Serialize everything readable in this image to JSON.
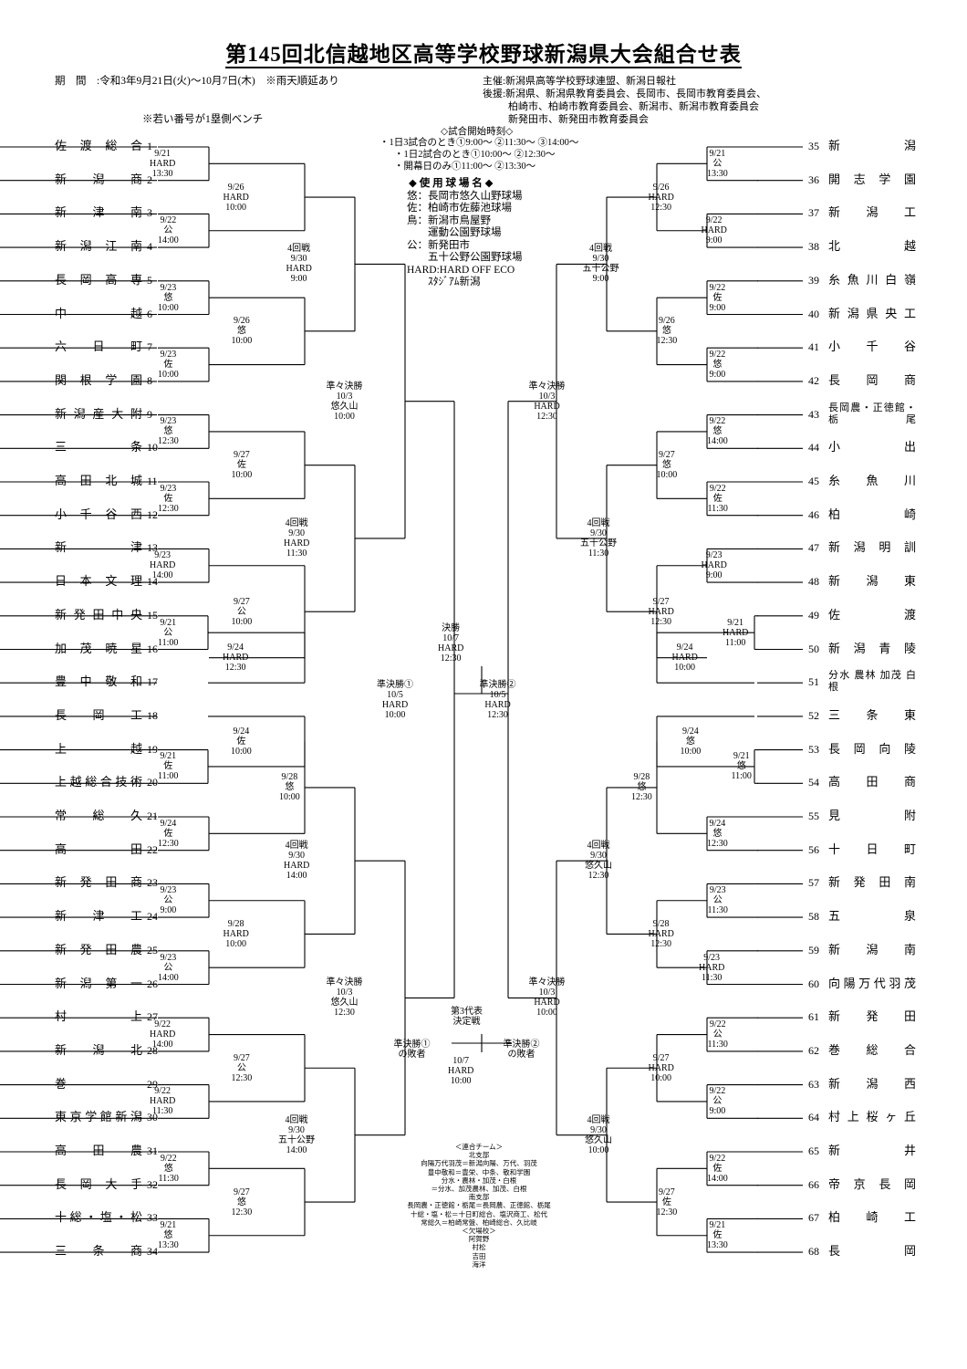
{
  "title": "第145回北信越地区高等学校野球新潟県大会組合せ表",
  "period": "期　間　:令和3年9月21日(火)～10月7日(木)　※雨天順延あり",
  "bench_note": "※若い番号が1塁側ベンチ",
  "organizers": [
    "主催:新潟県高等学校野球連盟、新潟日報社",
    "後援:新潟県、新潟県教育委員会、長岡市、長岡市教育委員会、",
    "柏崎市、柏崎市教育委員会、新潟市、新潟市教育委員会",
    "新発田市、新発田市教育委員会"
  ],
  "start_times": [
    "◇試合開始時刻◇",
    "・1日3試合のとき①9:00～ ②11:30～ ③14:00～",
    "・1日2試合のとき①10:00～ ②12:30～",
    "・開幕日のみ①11:00～ ②13:30～"
  ],
  "venues": [
    "◆ 使 用 球 場 名 ◆",
    "悠：長岡市悠久山野球場",
    "佐：柏崎市佐藤池球場",
    "鳥：新潟市鳥屋野",
    "　　運動公園野球場",
    "公：新発田市",
    "　　五十公野公園野球場",
    "HARD:HARD OFF ECO",
    "　　ｽﾀｼﾞｱﾑ新潟"
  ],
  "teams_left": [
    {
      "no": "1",
      "name": "佐渡総合"
    },
    {
      "no": "2",
      "name": "新潟商"
    },
    {
      "no": "3",
      "name": "新津南"
    },
    {
      "no": "4",
      "name": "新潟江南"
    },
    {
      "no": "5",
      "name": "長岡高専"
    },
    {
      "no": "6",
      "name": "中越"
    },
    {
      "no": "7",
      "name": "六日町"
    },
    {
      "no": "8",
      "name": "関根学園"
    },
    {
      "no": "9",
      "name": "新潟産大附"
    },
    {
      "no": "10",
      "name": "三条"
    },
    {
      "no": "11",
      "name": "高田北城"
    },
    {
      "no": "12",
      "name": "小千谷西"
    },
    {
      "no": "13",
      "name": "新津"
    },
    {
      "no": "14",
      "name": "日本文理"
    },
    {
      "no": "15",
      "name": "新発田中央"
    },
    {
      "no": "16",
      "name": "加茂暁星"
    },
    {
      "no": "17",
      "name": "豊中敬和"
    },
    {
      "no": "18",
      "name": "長岡工"
    },
    {
      "no": "19",
      "name": "上越"
    },
    {
      "no": "20",
      "name": "上越総合技術"
    },
    {
      "no": "21",
      "name": "常総久"
    },
    {
      "no": "22",
      "name": "高田"
    },
    {
      "no": "23",
      "name": "新発田商"
    },
    {
      "no": "24",
      "name": "新津工"
    },
    {
      "no": "25",
      "name": "新発田農"
    },
    {
      "no": "26",
      "name": "新潟第一"
    },
    {
      "no": "27",
      "name": "村上"
    },
    {
      "no": "28",
      "name": "新潟北"
    },
    {
      "no": "29",
      "name": "巻"
    },
    {
      "no": "30",
      "name": "東京学館新潟"
    },
    {
      "no": "31",
      "name": "高田農"
    },
    {
      "no": "32",
      "name": "長岡大手"
    },
    {
      "no": "33",
      "name": "十総・塩・松"
    },
    {
      "no": "34",
      "name": "三条商"
    }
  ],
  "teams_right": [
    {
      "no": "35",
      "name": "新潟"
    },
    {
      "no": "36",
      "name": "開志学園"
    },
    {
      "no": "37",
      "name": "新潟工"
    },
    {
      "no": "38",
      "name": "北越"
    },
    {
      "no": "39",
      "name": "糸魚川白嶺"
    },
    {
      "no": "40",
      "name": "新潟県央工"
    },
    {
      "no": "41",
      "name": "小千谷"
    },
    {
      "no": "42",
      "name": "長岡商"
    },
    {
      "no": "43",
      "name": "長岡農・正徳館・栃尾"
    },
    {
      "no": "44",
      "name": "小出"
    },
    {
      "no": "45",
      "name": "糸魚川"
    },
    {
      "no": "46",
      "name": "柏崎"
    },
    {
      "no": "47",
      "name": "新潟明訓"
    },
    {
      "no": "48",
      "name": "新潟東"
    },
    {
      "no": "49",
      "name": "佐渡"
    },
    {
      "no": "50",
      "name": "新潟青陵"
    },
    {
      "no": "51",
      "name": "分水 農林 加茂 白根"
    },
    {
      "no": "52",
      "name": "三条東"
    },
    {
      "no": "53",
      "name": "長岡向陵"
    },
    {
      "no": "54",
      "name": "高田商"
    },
    {
      "no": "55",
      "name": "見附"
    },
    {
      "no": "56",
      "name": "十日町"
    },
    {
      "no": "57",
      "name": "新発田南"
    },
    {
      "no": "58",
      "name": "五泉"
    },
    {
      "no": "59",
      "name": "新潟南"
    },
    {
      "no": "60",
      "name": "向陽万代羽茂"
    },
    {
      "no": "61",
      "name": "新発田"
    },
    {
      "no": "62",
      "name": "巻総合"
    },
    {
      "no": "63",
      "name": "新潟西"
    },
    {
      "no": "64",
      "name": "村上桜ヶ丘"
    },
    {
      "no": "65",
      "name": "新井"
    },
    {
      "no": "66",
      "name": "帝京長岡"
    },
    {
      "no": "67",
      "name": "柏崎工"
    },
    {
      "no": "68",
      "name": "長岡"
    }
  ],
  "matches_left": [
    {
      "k": "L1",
      "text": "9/21\nHARD\n13:30"
    },
    {
      "k": "L2",
      "text": "9/22\n公\n14:00"
    },
    {
      "k": "L3",
      "text": "9/23\n悠\n10:00"
    },
    {
      "k": "L4",
      "text": "9/23\n佐\n10:00"
    },
    {
      "k": "L5",
      "text": "9/23\n悠\n12:30"
    },
    {
      "k": "L6",
      "text": "9/23\n佐\n12:30"
    },
    {
      "k": "L7",
      "text": "9/23\nHARD\n14:00"
    },
    {
      "k": "L8",
      "text": "9/21\n公\n11:00"
    },
    {
      "k": "L9",
      "text": "9/24\nHARD\n12:30"
    },
    {
      "k": "L10",
      "text": "9/24\n佐\n10:00"
    },
    {
      "k": "L11",
      "text": "9/21\n佐\n11:00"
    },
    {
      "k": "L12",
      "text": "9/24\n佐\n12:30"
    },
    {
      "k": "L13",
      "text": "9/23\n公\n9:00"
    },
    {
      "k": "L14",
      "text": "9/23\n公\n14:00"
    },
    {
      "k": "L15",
      "text": "9/22\nHARD\n14:00"
    },
    {
      "k": "L16",
      "text": "9/22\nHARD\n11:30"
    },
    {
      "k": "L17",
      "text": "9/22\n悠\n11:30"
    },
    {
      "k": "L18",
      "text": "9/21\n悠\n13:30"
    },
    {
      "k": "L19",
      "text": "9/26\nHARD\n10:00"
    },
    {
      "k": "L20",
      "text": "9/26\n悠\n10:00"
    },
    {
      "k": "L21",
      "text": "9/27\n佐\n10:00"
    },
    {
      "k": "L22",
      "text": "9/27\n公\n10:00"
    },
    {
      "k": "L23",
      "text": "9/28\n悠\n10:00"
    },
    {
      "k": "L24",
      "text": "9/28\nHARD\n10:00"
    },
    {
      "k": "L25",
      "text": "9/27\n公\n12:30"
    },
    {
      "k": "L26",
      "text": "9/27\n悠\n12:30"
    },
    {
      "k": "L27",
      "text": "4回戦\n9/30\nHARD\n9:00"
    },
    {
      "k": "L28",
      "text": "4回戦\n9/30\nHARD\n11:30"
    },
    {
      "k": "L29",
      "text": "4回戦\n9/30\nHARD\n14:00"
    },
    {
      "k": "L30",
      "text": "4回戦\n9/30\n五十公野\n14:00"
    },
    {
      "k": "L31",
      "text": "準々決勝\n10/3\n悠久山\n10:00"
    },
    {
      "k": "L32",
      "text": "準々決勝\n10/3\n悠久山\n12:30"
    },
    {
      "k": "L33",
      "text": "準決勝①\n10/5\nHARD\n10:00"
    }
  ],
  "matches_right": [
    {
      "k": "R1",
      "text": "9/21\n公\n13:30"
    },
    {
      "k": "R2",
      "text": "9/22\nHARD\n9:00"
    },
    {
      "k": "R3",
      "text": "9/22\n佐\n9:00"
    },
    {
      "k": "R4",
      "text": "9/22\n悠\n9:00"
    },
    {
      "k": "R5",
      "text": "9/22\n悠\n14:00"
    },
    {
      "k": "R6",
      "text": "9/22\n佐\n11:30"
    },
    {
      "k": "R7",
      "text": "9/23\nHARD\n9:00"
    },
    {
      "k": "R8",
      "text": "9/21\nHARD\n11:00"
    },
    {
      "k": "R9",
      "text": "9/24\nHARD\n10:00"
    },
    {
      "k": "R10",
      "text": "9/24\n悠\n10:00"
    },
    {
      "k": "R11",
      "text": "9/21\n悠\n11:00"
    },
    {
      "k": "R12",
      "text": "9/24\n悠\n12:30"
    },
    {
      "k": "R13",
      "text": "9/23\n公\n11:30"
    },
    {
      "k": "R14",
      "text": "9/23\nHARD\n11:30"
    },
    {
      "k": "R15",
      "text": "9/22\n公\n11:30"
    },
    {
      "k": "R16",
      "text": "9/22\n公\n9:00"
    },
    {
      "k": "R17",
      "text": "9/22\n佐\n14:00"
    },
    {
      "k": "R18",
      "text": "9/21\n佐\n13:30"
    },
    {
      "k": "R19",
      "text": "9/26\nHARD\n12:30"
    },
    {
      "k": "R20",
      "text": "9/26\n悠\n12:30"
    },
    {
      "k": "R21",
      "text": "9/27\n悠\n10:00"
    },
    {
      "k": "R22",
      "text": "9/27\nHARD\n12:30"
    },
    {
      "k": "R23",
      "text": "9/28\n悠\n12:30"
    },
    {
      "k": "R24",
      "text": "9/28\nHARD\n12:30"
    },
    {
      "k": "R25",
      "text": "9/27\nHARD\n10:00"
    },
    {
      "k": "R26",
      "text": "9/27\n佐\n12:30"
    },
    {
      "k": "R27",
      "text": "4回戦\n9/30\n五十公野\n9:00"
    },
    {
      "k": "R28",
      "text": "4回戦\n9/30\n五十公野\n11:30"
    },
    {
      "k": "R29",
      "text": "4回戦\n9/30\n悠久山\n12:30"
    },
    {
      "k": "R30",
      "text": "4回戦\n9/30\n悠久山\n10:00"
    },
    {
      "k": "R31",
      "text": "準々決勝\n10/3\nHARD\n12:30"
    },
    {
      "k": "R32",
      "text": "準々決勝\n10/3\nHARD\n10:00"
    },
    {
      "k": "R33",
      "text": "準決勝②\n10/5\nHARD\n12:30"
    }
  ],
  "final": "決勝\n10/7\nHARD\n12:30",
  "third_place": {
    "title": "第3代表\n決定戦",
    "left": "準決勝①\nの敗者",
    "right": "準決勝②\nの敗者",
    "info": "10/7\nHARD\n10:00"
  },
  "notes": [
    "＜連合チーム＞",
    "北支部",
    "向陽万代羽茂＝新潟向陽、万代、羽茂",
    "豊中敬和＝豊栄、中条、敬和学園",
    "分水・農林・加茂・白根",
    "＝分水、加茂農林、加茂、白根",
    "南支部",
    "長岡農・正徳館・栃尾＝長岡農、正徳館、栃尾",
    "十総・塩・松＝十日町総合、塩沢商工、松代",
    "常総久＝柏崎常盤、柏崎総合、久比岐",
    "＜欠場校＞",
    "阿賀野",
    "村松",
    "吉田",
    "海洋"
  ]
}
